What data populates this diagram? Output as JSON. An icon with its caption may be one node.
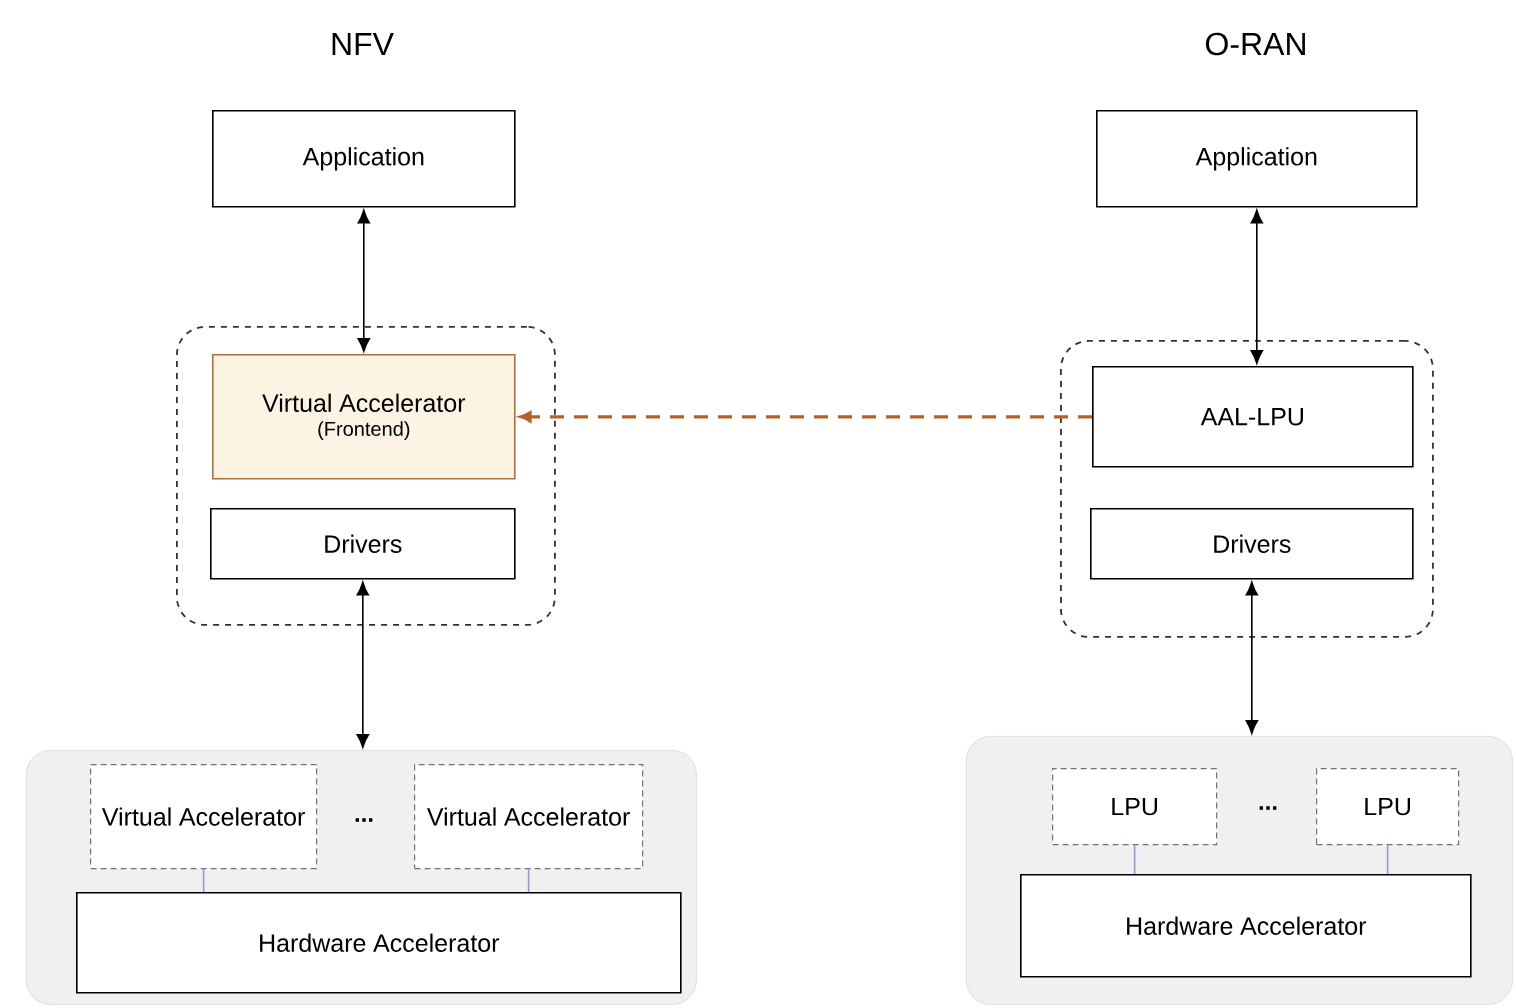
{
  "diagram": {
    "nodes": [
      {
        "text": [
          "Application"
        ]
      },
      {
        "text": [],
        "shape": "box"
      },
      {
        "text": [
          "Virtual Accelerator",
          "(Frontend)"
        ],
        "in": 1
      },
      {
        "text": [
          "Drivers"
        ],
        "in": 1
      },
      {
        "text": [],
        "shape": "box"
      },
      {
        "text": [
          "Virtual Accelerator"
        ],
        "in": 4
      },
      {
        "text": [
          "Virtual Accelerator"
        ],
        "in": 4
      },
      {
        "text": [
          "Hardware Accelerator"
        ],
        "in": 4
      },
      {
        "text": [
          "Application"
        ]
      },
      {
        "text": [],
        "shape": "box"
      },
      {
        "text": [
          "AAL-LPU"
        ],
        "in": 9
      },
      {
        "text": [
          "Drivers"
        ],
        "in": 9
      },
      {
        "text": [],
        "shape": "box"
      },
      {
        "text": [
          "LPU"
        ],
        "in": 12
      },
      {
        "text": [
          "LPU"
        ],
        "in": 12
      },
      {
        "text": [
          "Hardware Accelerator"
        ],
        "in": 12
      }
    ],
    "edges": [
      {
        "from": 0,
        "to": 2,
        "arrow": "both"
      },
      {
        "from": 3,
        "to": 4,
        "arrow": "both"
      },
      {
        "from": 5,
        "to": 7,
        "arrow": "none",
        "color": "#8e9bd6"
      },
      {
        "from": 6,
        "to": 7,
        "arrow": "none",
        "color": "#8e9bd6"
      },
      {
        "from": 8,
        "to": 10,
        "arrow": "both"
      },
      {
        "from": 11,
        "to": 12,
        "arrow": "both"
      },
      {
        "from": 13,
        "to": 15,
        "arrow": "none",
        "color": "#8e9bd6"
      },
      {
        "from": 14,
        "to": 15,
        "arrow": "none",
        "color": "#8e9bd6"
      },
      {
        "from": 10,
        "to": 2,
        "arrow": "to",
        "style": "dashed",
        "color": "#b5602a"
      }
    ],
    "labels": [
      "NFV",
      "O-RAN",
      "...",
      "..."
    ]
  }
}
